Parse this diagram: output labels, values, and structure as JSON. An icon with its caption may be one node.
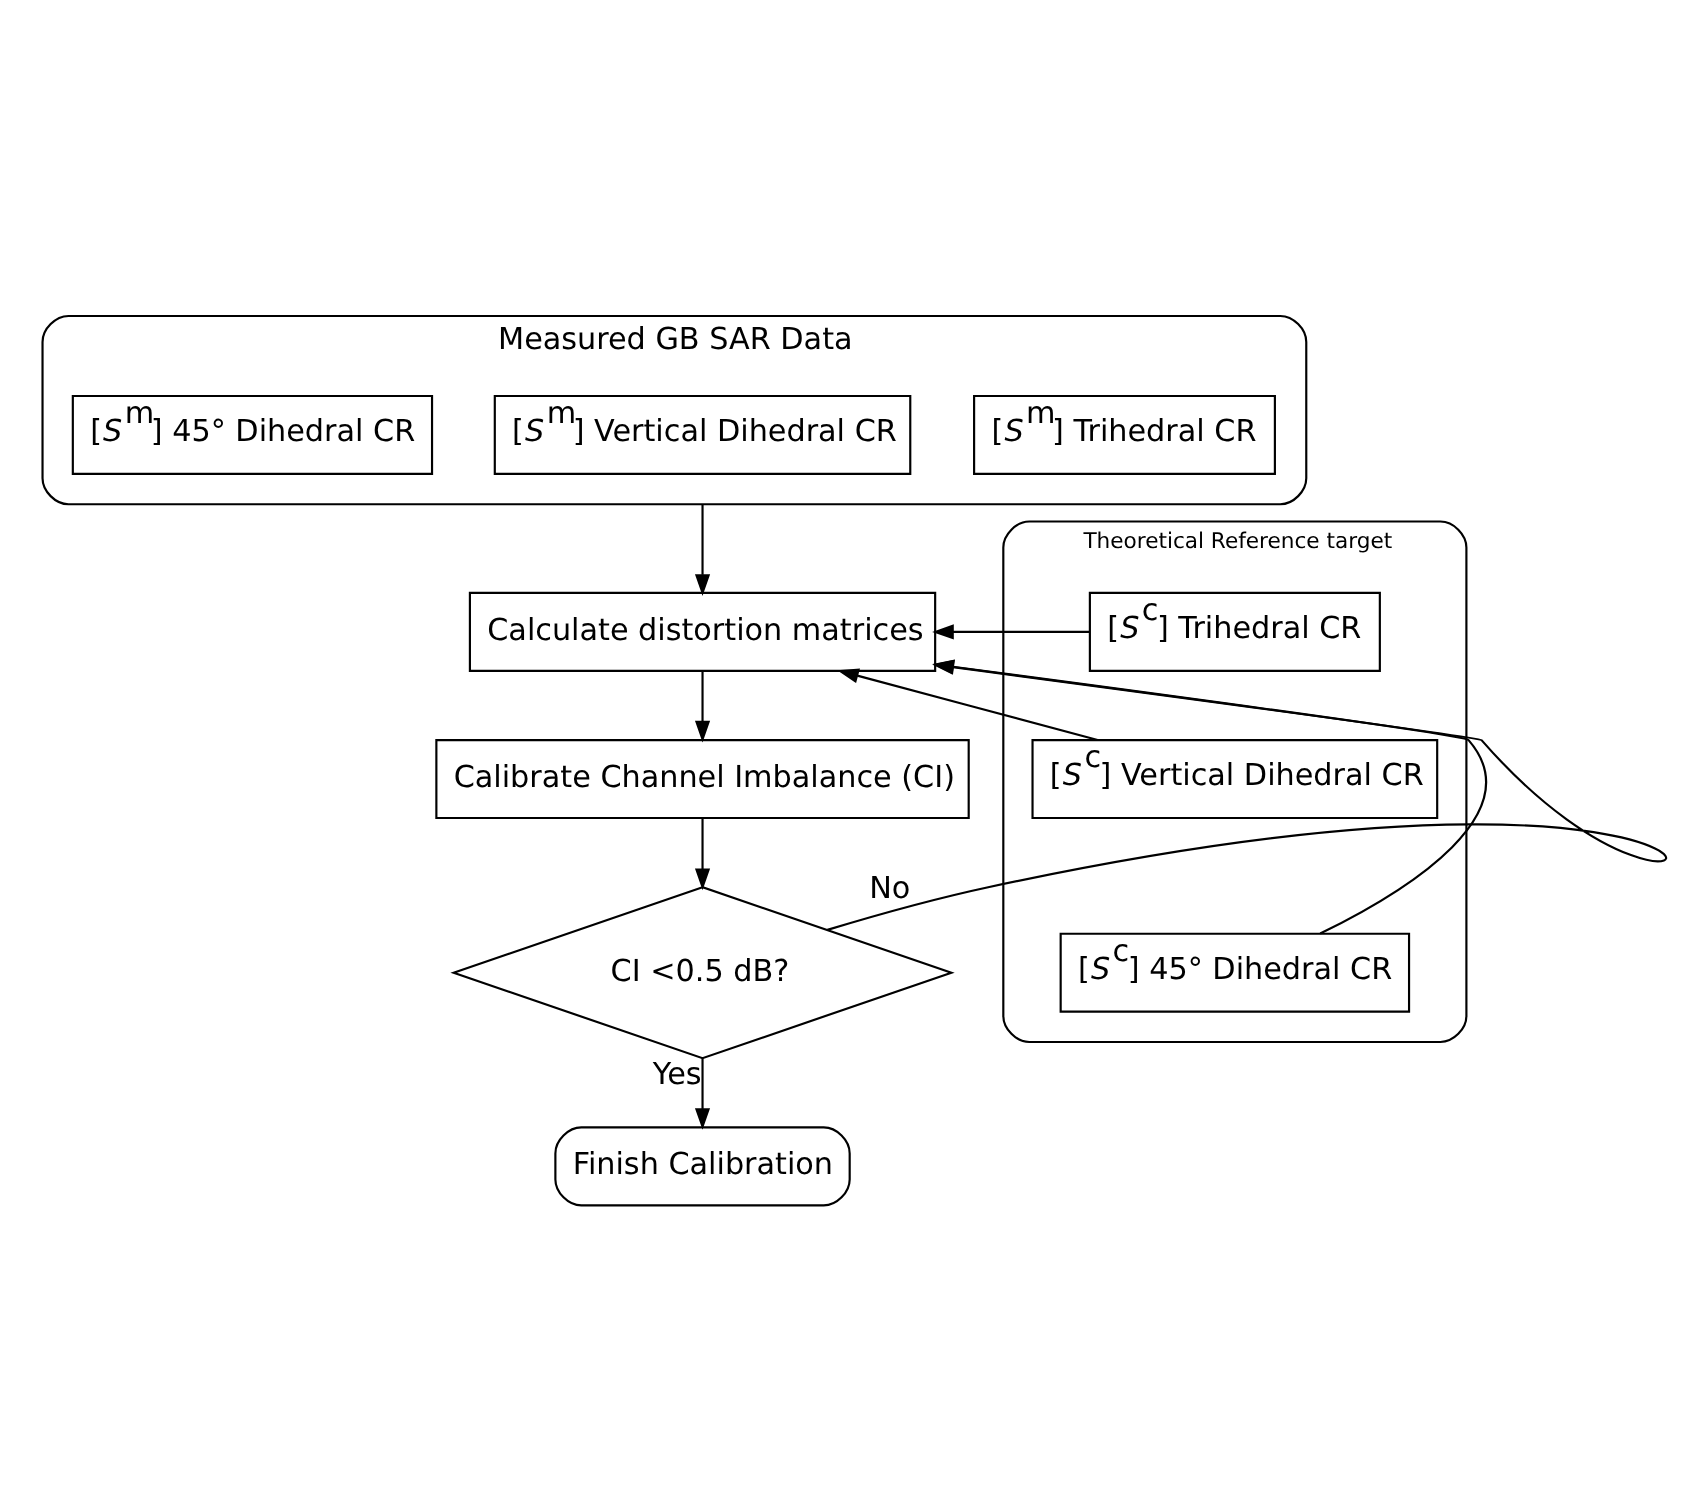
{
  "diagram": {
    "nodes": [
      {
        "text": [
          "Measured GB SAR Data"
        ]
      },
      {
        "text": [
          "[*S*$^{m}$] Trihedral CR"
        ],
        "in": 0
      },
      {
        "text": [
          "[*S*$^{m}$] Vertical Dihedral CR"
        ],
        "in": 0
      },
      {
        "text": [
          "[*S*$^{m}$] 45° Dihedral CR"
        ],
        "in": 0
      },
      {
        "text": [
          "Calculate distortion matrices"
        ]
      },
      {
        "text": [
          "Theoretical Reference target"
        ]
      },
      {
        "text": [
          "[*S*$^{c}$] Trihedral CR"
        ],
        "in": 5
      },
      {
        "text": [
          "[*S*$^{c}$] Vertical Dihedral CR"
        ],
        "in": 5
      },
      {
        "text": [
          "[*S*$^{c}$] 45° Dihedral CR"
        ],
        "in": 5
      },
      {
        "text": [
          "Calibrate Channel Imbalance (CI)"
        ]
      },
      {
        "text": [
          "CI <0.5 dB?"
        ]
      },
      {
        "text": [
          "Finish Calibration"
        ]
      }
    ],
    "edges": [
      {
        "from": 0,
        "to": 4,
        "arrow": "to"
      },
      {
        "from": 6,
        "to": 4,
        "arrow": "to"
      },
      {
        "from": 7,
        "to": 4,
        "arrow": "to"
      },
      {
        "from": 8,
        "to": 4,
        "arrow": "to"
      },
      {
        "from": 4,
        "to": 9,
        "arrow": "to"
      },
      {
        "from": 9,
        "to": 10,
        "arrow": "to"
      },
      {
        "from": 10,
        "to": 4,
        "label": "No",
        "arrow": "to"
      },
      {
        "from": 10,
        "to": 11,
        "label": "Yes",
        "arrow": "to"
      }
    ]
  }
}
